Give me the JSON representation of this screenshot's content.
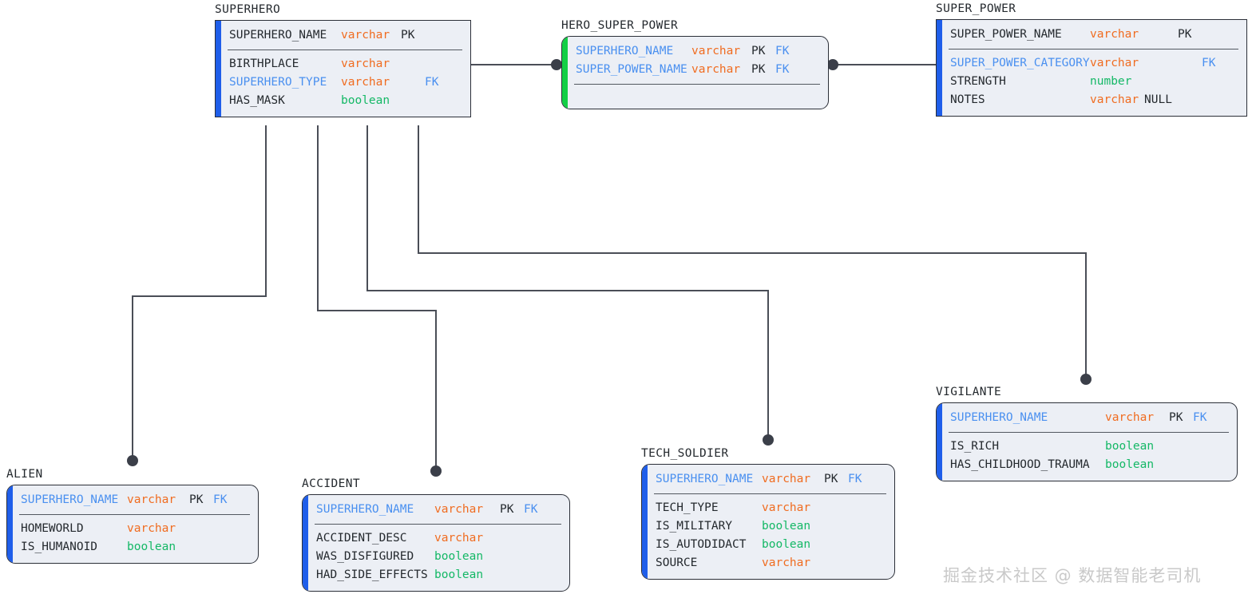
{
  "diagram": {
    "type": "entity-relationship-diagram",
    "background_color": "#ffffff",
    "line_color": "#4a4e57",
    "accent_blue": "#1f5eea",
    "accent_green": "#12cf45",
    "type_colors": {
      "varchar": "#f06c20",
      "boolean": "#14b866",
      "number": "#14b866"
    },
    "fk_text_color": "#4a90f0"
  },
  "entities": [
    {
      "id": "superhero",
      "title": "SUPERHERO",
      "accent": "blue",
      "rounded": false,
      "keys": [
        {
          "name": "SUPERHERO_NAME",
          "type": "varchar",
          "pk": "PK",
          "fk": "",
          "null": "",
          "name_is_fk": false
        }
      ],
      "attributes": [
        {
          "name": "BIRTHPLACE",
          "type": "varchar",
          "pk": "",
          "fk": "",
          "null": "",
          "name_is_fk": false
        },
        {
          "name": "SUPERHERO_TYPE",
          "type": "varchar",
          "pk": "",
          "fk": "FK",
          "null": "",
          "name_is_fk": true
        },
        {
          "name": "HAS_MASK",
          "type": "boolean",
          "pk": "",
          "fk": "",
          "null": "",
          "name_is_fk": false
        }
      ]
    },
    {
      "id": "hero_super_power",
      "title": "HERO_SUPER_POWER",
      "accent": "green",
      "rounded": true,
      "keys": [
        {
          "name": "SUPERHERO_NAME",
          "type": "varchar",
          "pk": "PK",
          "fk": "FK",
          "null": "",
          "name_is_fk": true
        },
        {
          "name": "SUPER_POWER_NAME",
          "type": "varchar",
          "pk": "PK",
          "fk": "FK",
          "null": "",
          "name_is_fk": true
        }
      ],
      "attributes": []
    },
    {
      "id": "super_power",
      "title": "SUPER_POWER",
      "accent": "blue",
      "rounded": false,
      "keys": [
        {
          "name": "SUPER_POWER_NAME",
          "type": "varchar",
          "pk": "PK",
          "fk": "",
          "null": "",
          "name_is_fk": false
        }
      ],
      "attributes": [
        {
          "name": "SUPER_POWER_CATEGORY",
          "type": "varchar",
          "pk": "",
          "fk": "FK",
          "null": "",
          "name_is_fk": true
        },
        {
          "name": "STRENGTH",
          "type": "number",
          "pk": "",
          "fk": "",
          "null": "",
          "name_is_fk": false
        },
        {
          "name": "NOTES",
          "type": "varchar",
          "pk": "",
          "fk": "",
          "null": "NULL",
          "name_is_fk": false
        }
      ]
    },
    {
      "id": "alien",
      "title": "ALIEN",
      "accent": "blue",
      "rounded": true,
      "keys": [
        {
          "name": "SUPERHERO_NAME",
          "type": "varchar",
          "pk": "PK",
          "fk": "FK",
          "null": "",
          "name_is_fk": true
        }
      ],
      "attributes": [
        {
          "name": "HOMEWORLD",
          "type": "varchar",
          "pk": "",
          "fk": "",
          "null": "",
          "name_is_fk": false
        },
        {
          "name": "IS_HUMANOID",
          "type": "boolean",
          "pk": "",
          "fk": "",
          "null": "",
          "name_is_fk": false
        }
      ]
    },
    {
      "id": "accident",
      "title": "ACCIDENT",
      "accent": "blue",
      "rounded": true,
      "keys": [
        {
          "name": "SUPERHERO_NAME",
          "type": "varchar",
          "pk": "PK",
          "fk": "FK",
          "null": "",
          "name_is_fk": true
        }
      ],
      "attributes": [
        {
          "name": "ACCIDENT_DESC",
          "type": "varchar",
          "pk": "",
          "fk": "",
          "null": "",
          "name_is_fk": false
        },
        {
          "name": "WAS_DISFIGURED",
          "type": "boolean",
          "pk": "",
          "fk": "",
          "null": "",
          "name_is_fk": false
        },
        {
          "name": "HAD_SIDE_EFFECTS",
          "type": "boolean",
          "pk": "",
          "fk": "",
          "null": "",
          "name_is_fk": false
        }
      ]
    },
    {
      "id": "tech_soldier",
      "title": "TECH_SOLDIER",
      "accent": "blue",
      "rounded": true,
      "keys": [
        {
          "name": "SUPERHERO_NAME",
          "type": "varchar",
          "pk": "PK",
          "fk": "FK",
          "null": "",
          "name_is_fk": true
        }
      ],
      "attributes": [
        {
          "name": "TECH_TYPE",
          "type": "varchar",
          "pk": "",
          "fk": "",
          "null": "",
          "name_is_fk": false
        },
        {
          "name": "IS_MILITARY",
          "type": "boolean",
          "pk": "",
          "fk": "",
          "null": "",
          "name_is_fk": false
        },
        {
          "name": "IS_AUTODIDACT",
          "type": "boolean",
          "pk": "",
          "fk": "",
          "null": "",
          "name_is_fk": false
        },
        {
          "name": "SOURCE",
          "type": "varchar",
          "pk": "",
          "fk": "",
          "null": "",
          "name_is_fk": false
        }
      ]
    },
    {
      "id": "vigilante",
      "title": "VIGILANTE",
      "accent": "blue",
      "rounded": true,
      "keys": [
        {
          "name": "SUPERHERO_NAME",
          "type": "varchar",
          "pk": "PK",
          "fk": "FK",
          "null": "",
          "name_is_fk": true
        }
      ],
      "attributes": [
        {
          "name": "IS_RICH",
          "type": "boolean",
          "pk": "",
          "fk": "",
          "null": "",
          "name_is_fk": false
        },
        {
          "name": "HAS_CHILDHOOD_TRAUMA",
          "type": "boolean",
          "pk": "",
          "fk": "",
          "null": "",
          "name_is_fk": false
        }
      ]
    }
  ],
  "relationships": [
    {
      "from": "superhero",
      "to": "hero_super_power",
      "endpoint": "dot"
    },
    {
      "from": "super_power",
      "to": "hero_super_power",
      "endpoint": "dot"
    },
    {
      "from": "superhero",
      "to": "alien",
      "endpoint": "dot"
    },
    {
      "from": "superhero",
      "to": "accident",
      "endpoint": "dot"
    },
    {
      "from": "superhero",
      "to": "tech_soldier",
      "endpoint": "dot"
    },
    {
      "from": "superhero",
      "to": "vigilante",
      "endpoint": "dot"
    }
  ],
  "watermark": {
    "text": "掘金技术社区 @ 数据智能老司机"
  }
}
